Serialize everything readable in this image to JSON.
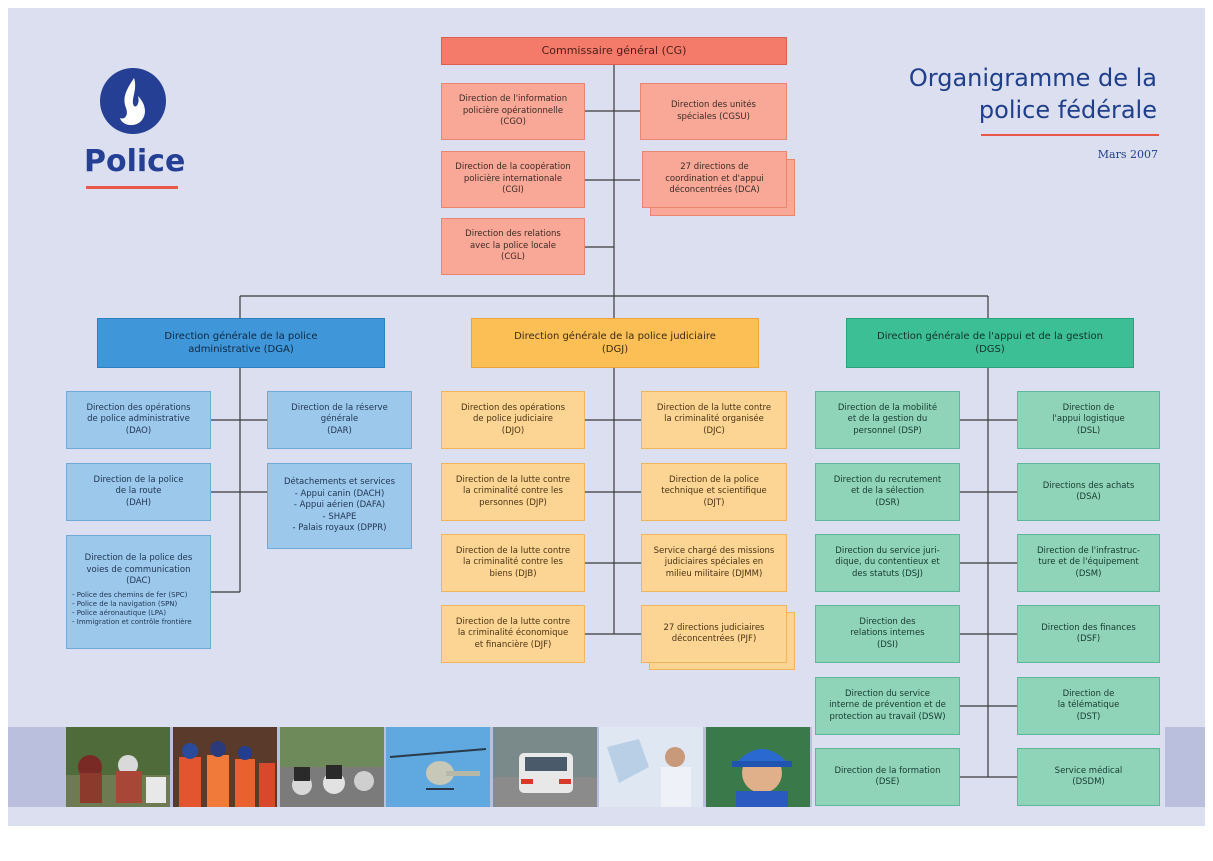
{
  "header": {
    "title_line1": "Organigramme de la",
    "title_line2": "police fédérale",
    "date": "Mars 2007",
    "logo_text": "Police"
  },
  "top": {
    "cg": "Commissaire général (CG)",
    "left": [
      "Direction de l'information\npolicière opérationnelle\n(CGO)",
      "Direction de la coopération\npolicière internationale\n(CGI)",
      "Direction des relations\navec la police locale\n(CGL)"
    ],
    "right": [
      "Direction des unités\nspéciales (CGSU)",
      "27 directions de\ncoordination et d'appui\ndéconcentrées (DCA)"
    ]
  },
  "dga": {
    "title": "Direction générale de la police\nadministrative (DGA)",
    "left": [
      "Direction des opérations\nde police administrative\n(DAO)",
      "Direction de la police\nde la route\n(DAH)"
    ],
    "dac_title": "Direction de la police des\nvoies de communication\n(DAC)",
    "dac_sub": "- Police des chemins de fer (SPC)\n- Police de la navigation (SPN)\n- Police aéronautique (LPA)\n- Immigration et contrôle frontière",
    "right": [
      "Direction de la réserve\ngénérale\n(DAR)",
      "Détachements et services\n- Appui canin (DACH)\n- Appui aérien (DAFA)\n- SHAPE\n- Palais royaux (DPPR)"
    ]
  },
  "dgj": {
    "title": "Direction générale de la police judiciaire\n(DGJ)",
    "left": [
      "Direction des opérations\nde police judiciaire\n(DJO)",
      "Direction de la lutte contre\nla criminalité contre les\npersonnes (DJP)",
      "Direction de la lutte contre\nla criminalité contre les\nbiens (DJB)",
      "Direction de la lutte contre\nla criminalité économique\net financière (DJF)"
    ],
    "right": [
      "Direction de la lutte contre\nla criminalité organisée\n(DJC)",
      "Direction de la police\ntechnique et scientifique\n(DJT)",
      "Service chargé des missions\njudiciaires spéciales en\nmilieu militaire (DJMM)",
      "27 directions judiciaires\ndéconcentrées (PJF)"
    ]
  },
  "dgs": {
    "title": "Direction générale de l'appui et de la gestion\n(DGS)",
    "left": [
      "Direction de la mobilité\net de la gestion du\npersonnel (DSP)",
      "Direction du recrutement\net de la sélection\n(DSR)",
      "Direction du service juri-\ndique, du contentieux et\ndes statuts (DSJ)",
      "Direction des\nrelations internes\n(DSI)",
      "Direction du service\ninterne de prévention et de\nprotection au travail (DSW)",
      "Direction de la formation\n(DSE)"
    ],
    "right": [
      "Direction de\nl'appui logistique\n(DSL)",
      "Directions des achats\n(DSA)",
      "Direction de l'infrastruc-\nture et de l'équipement\n(DSM)",
      "Direction des finances\n(DSF)",
      "Direction de\nla télématique\n(DST)",
      "Service médical\n(DSDM)"
    ]
  },
  "colors": {
    "red": "#f47a6a",
    "blue": "#3f96d8",
    "yellow": "#fbbf56",
    "green": "#3cbf94",
    "navy": "#243f93",
    "accent": "#e8574a"
  },
  "photos": [
    "police-horses",
    "officers-crowd",
    "motorcycles",
    "helicopter",
    "patrol-car",
    "officer-map",
    "officer-cap"
  ]
}
